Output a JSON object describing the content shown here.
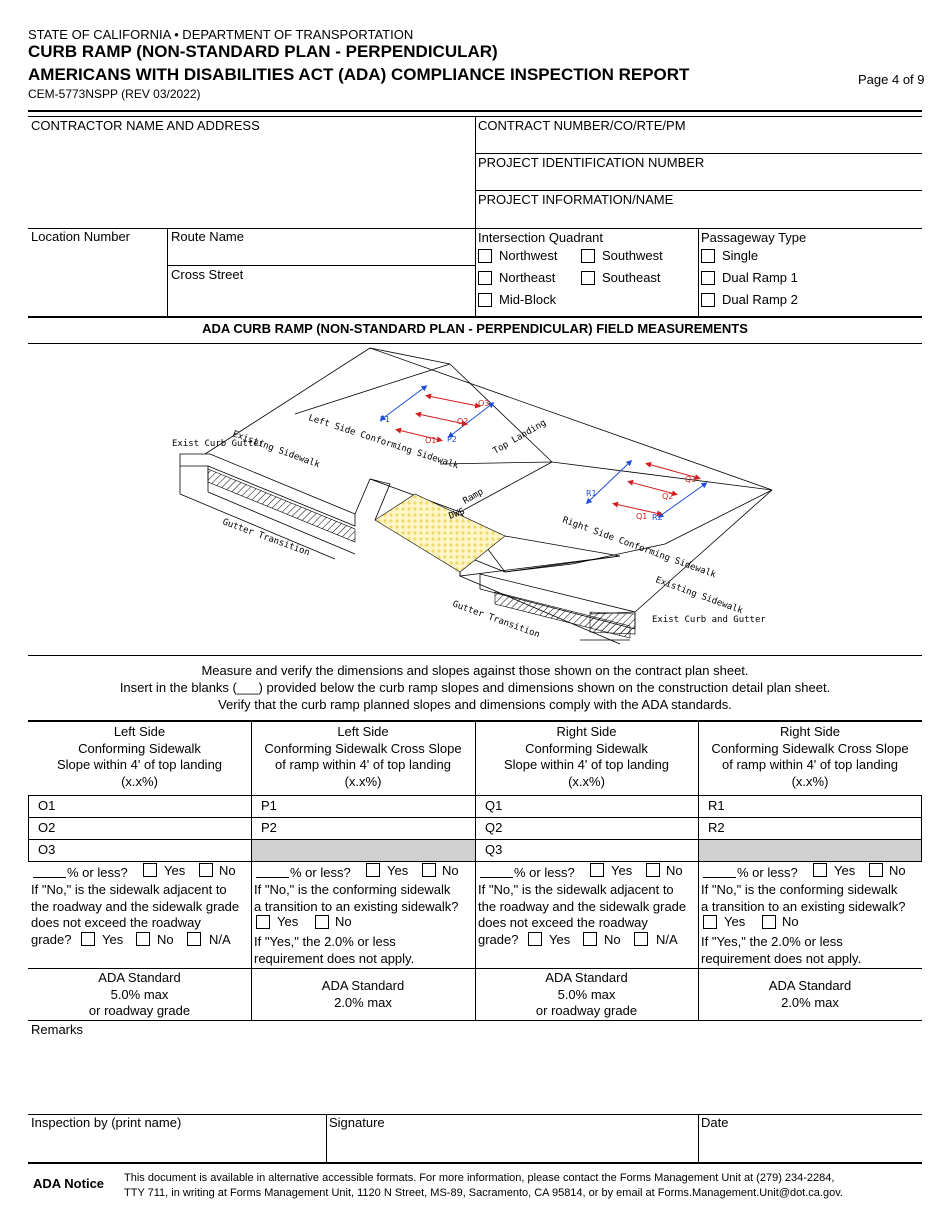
{
  "header": {
    "agency": "STATE OF CALIFORNIA • DEPARTMENT OF TRANSPORTATION",
    "title_line1": "CURB RAMP (NON-STANDARD PLAN - PERPENDICULAR)",
    "title_line2": "AMERICANS WITH DISABILITIES ACT (ADA) COMPLIANCE INSPECTION REPORT",
    "form_number": "CEM-5773NSPP (REV 03/2022)",
    "page": "Page 4 of 9"
  },
  "top_fields": {
    "contractor": "CONTRACTOR NAME AND ADDRESS",
    "contract_number": "CONTRACT NUMBER/CO/RTE/PM",
    "project_id": "PROJECT IDENTIFICATION NUMBER",
    "project_info": "PROJECT INFORMATION/NAME",
    "location_number": "Location Number",
    "route_name": "Route Name",
    "cross_street": "Cross Street"
  },
  "quadrant": {
    "label": "Intersection Quadrant",
    "options": [
      "Northwest",
      "Southwest",
      "Northeast",
      "Southeast",
      "Mid-Block"
    ]
  },
  "passageway": {
    "label": "Passageway Type",
    "options": [
      "Single",
      "Dual Ramp 1",
      "Dual Ramp 2"
    ]
  },
  "section_title": "ADA CURB RAMP (NON-STANDARD PLAN - PERPENDICULAR) FIELD MEASUREMENTS",
  "diagram": {
    "labels": {
      "existing_sidewalk_left": "Existing Sidewalk",
      "exist_curb_gutter_left": "Exist Curb Gutter",
      "left_side": "Left Side Conforming Sidewalk",
      "top_landing": "Top Landing",
      "ramp": "Ramp",
      "dws": "DWS",
      "right_side": "Right Side Conforming Sidewalk",
      "existing_sidewalk_right": "Existing Sidewalk",
      "exist_curb_gutter_right": "Exist Curb and Gutter",
      "gutter_transition_left": "Gutter Transition",
      "gutter_transition_right": "Gutter Transition",
      "p1": "P1",
      "p2": "P2",
      "o1": "O1",
      "o2": "O2",
      "o3": "O3",
      "r1": "R1",
      "r2": "R2",
      "q1": "Q1",
      "q2": "Q2",
      "q3": "Q3"
    }
  },
  "instructions": [
    "Measure and verify the dimensions and slopes against those shown on the contract plan sheet.",
    "Insert in the blanks (___) provided below the curb ramp slopes and dimensions shown on the construction detail plan sheet.",
    "Verify that the curb ramp planned slopes and dimensions comply with the ADA standards."
  ],
  "columns": [
    {
      "l1": "Left Side",
      "l2": "Conforming Sidewalk",
      "l3": "Slope within 4' of top landing",
      "l4": "(x.x%)"
    },
    {
      "l1": "Left Side",
      "l2": "Conforming Sidewalk Cross Slope",
      "l3": "of ramp within 4' of top landing",
      "l4": "(x.x%)"
    },
    {
      "l1": "Right Side",
      "l2": "Conforming Sidewalk",
      "l3": "Slope within 4' of top landing",
      "l4": "(x.x%)"
    },
    {
      "l1": "Right Side",
      "l2": "Conforming Sidewalk Cross Slope",
      "l3": "of ramp within 4' of top landing",
      "l4": "(x.x%)"
    }
  ],
  "rows": {
    "c1": [
      "O1",
      "O2",
      "O3"
    ],
    "c2": [
      "P1",
      "P2"
    ],
    "c3": [
      "Q1",
      "Q2",
      "Q3"
    ],
    "c4": [
      "R1",
      "R2"
    ]
  },
  "checks": {
    "pct_or_less": "% or less?",
    "yes": "Yes",
    "no": "No",
    "na": "N/A",
    "adj_l1": "If \"No,\" is the sidewalk adjacent to",
    "adj_l2": "the roadway and the sidewalk grade",
    "adj_l3": "does not exceed the roadway",
    "adj_l4": "grade?",
    "trans_l1": "If \"No,\" is the conforming sidewalk",
    "trans_l2": "a transition to an existing sidewalk?",
    "trans_l3": "If \"Yes,\" the 2.0% or less",
    "trans_l4": "requirement does not apply."
  },
  "standards": {
    "title": "ADA Standard",
    "five": "5.0% max",
    "roadway": "or roadway grade",
    "two": "2.0% max"
  },
  "remarks": "Remarks",
  "signoff": {
    "inspection": "Inspection by (print name)",
    "signature": "Signature",
    "date": "Date"
  },
  "notice": {
    "title": "ADA Notice",
    "line1": "This document is available in alternative accessible formats. For more information, please contact the Forms Management Unit at (279) 234-2284,",
    "line2": "TTY 711, in writing at Forms Management Unit, 1120 N Street, MS-89, Sacramento, CA 95814, or by email at Forms.Management.Unit@dot.ca.gov."
  }
}
